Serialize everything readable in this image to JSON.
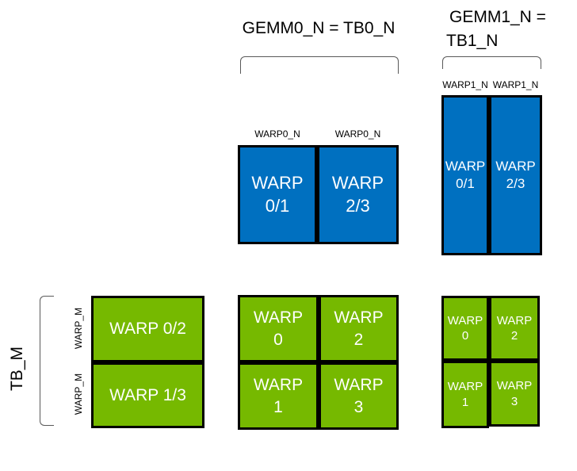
{
  "colors": {
    "blue": "#0070C0",
    "green": "#76B900",
    "border": "#000000",
    "bracket": "#595959",
    "box_text": "#FFFFFF",
    "label_text": "#000000"
  },
  "header": {
    "gemm0_title": "GEMM0_N = TB0_N",
    "gemm1_title_line1": "GEMM1_N =",
    "gemm1_title_line2": "TB1_N"
  },
  "axis_labels": {
    "tb_m": "TB_M",
    "warp_m_top": "WARP_M",
    "warp_m_bottom": "WARP_M",
    "warp0_n_left": "WARP0_N",
    "warp0_n_right": "WARP0_N",
    "warp1_n_left": "WARP1_N",
    "warp1_n_right": "WARP1_N"
  },
  "gemm0_accumulator": {
    "cells": [
      {
        "line1": "WARP",
        "line2": "0/1"
      },
      {
        "line1": "WARP",
        "line2": "2/3"
      }
    ]
  },
  "gemm1_accumulator": {
    "cells": [
      {
        "line1": "WARP",
        "line2": "0/1"
      },
      {
        "line1": "WARP",
        "line2": "2/3"
      }
    ]
  },
  "tb_m_operand": {
    "cells": [
      {
        "label": "WARP 0/2"
      },
      {
        "label": "WARP 1/3"
      }
    ]
  },
  "gemm0_warp_tiles": {
    "cells": [
      {
        "line1": "WARP",
        "line2": "0"
      },
      {
        "line1": "WARP",
        "line2": "2"
      },
      {
        "line1": "WARP",
        "line2": "1"
      },
      {
        "line1": "WARP",
        "line2": "3"
      }
    ]
  },
  "gemm1_warp_tiles": {
    "cells": [
      {
        "line1": "WARP",
        "line2": "0"
      },
      {
        "line1": "WARP",
        "line2": "2"
      },
      {
        "line1": "WARP",
        "line2": "1"
      },
      {
        "line1": "WARP",
        "line2": "3"
      }
    ]
  }
}
